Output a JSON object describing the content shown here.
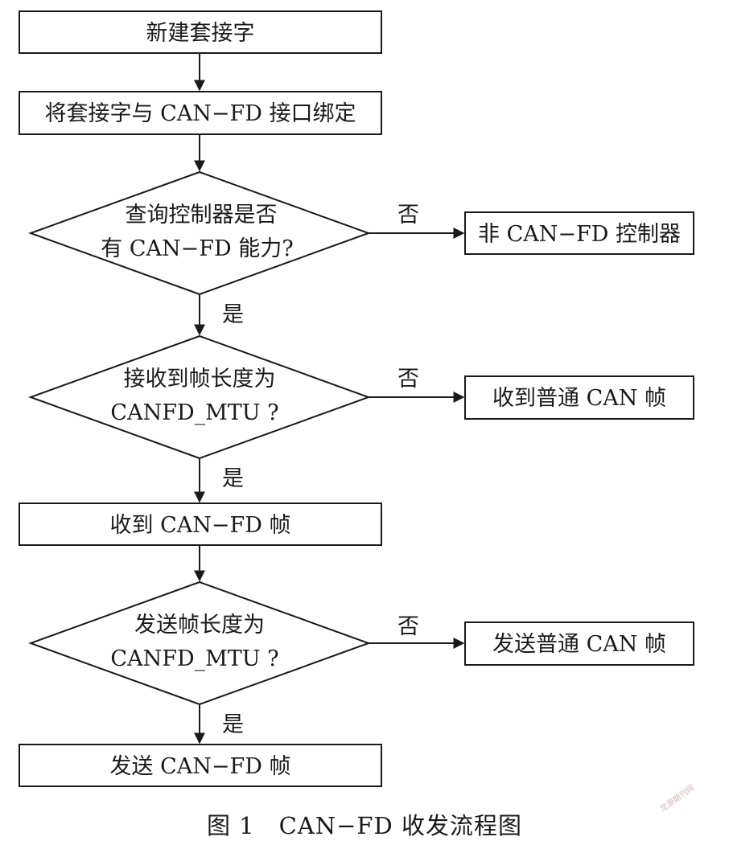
{
  "nodes": {
    "create_socket": "新建套接字",
    "bind_socket": "将套接字与 CAN−FD 接口绑定",
    "check_fd": [
      "查询控制器是否",
      "有 CAN−FD 能力?"
    ],
    "non_fd": "非 CAN−FD 控制器",
    "recv_check": [
      "接收到帧长度为",
      "CANFD_MTU ?"
    ],
    "recv_normal": "收到普通 CAN 帧",
    "recv_fd": "收到 CAN−FD 帧",
    "send_check": [
      "发送帧长度为",
      "CANFD_MTU ?"
    ],
    "send_normal": "发送普通 CAN 帧",
    "send_fd": "发送 CAN−FD 帧"
  },
  "labels": {
    "yes": "是",
    "no": "否"
  },
  "caption": "图 1　CAN−FD 收发流程图",
  "watermark": "龙源期刊网"
}
